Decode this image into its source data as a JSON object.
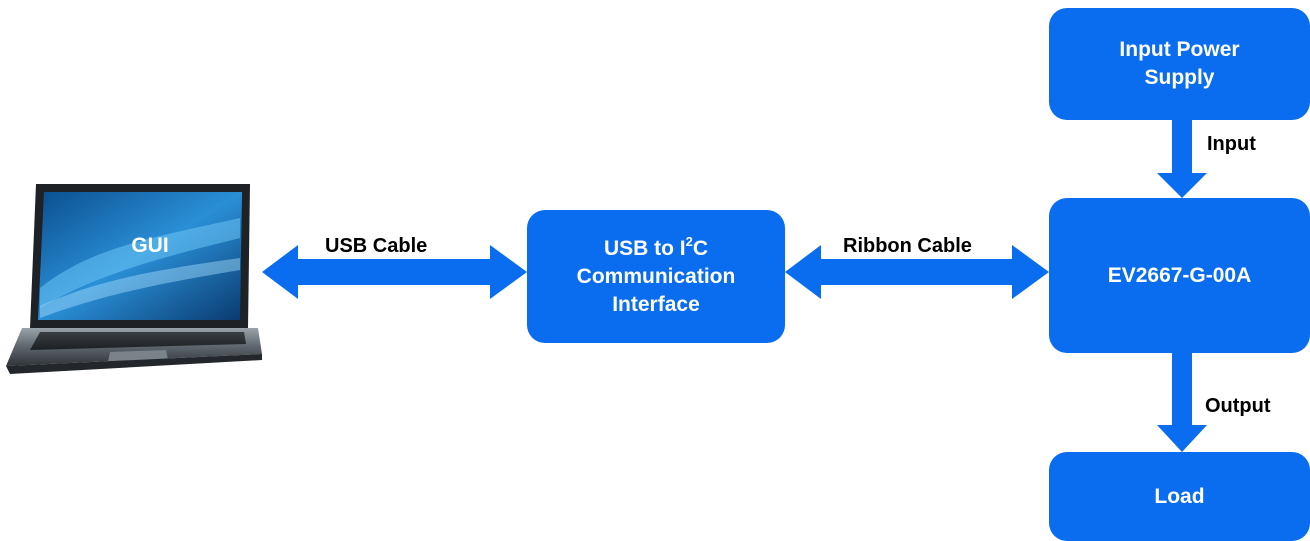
{
  "nodes": {
    "gui": {
      "label": "GUI"
    },
    "usb_i2c": {
      "line1_prefix": "USB to I",
      "line1_sup": "2",
      "line1_suffix": "C",
      "line2": "Communication",
      "line3": "Interface"
    },
    "evb": {
      "label": "EV2667-G-00A"
    },
    "power": {
      "line1": "Input Power",
      "line2": "Supply"
    },
    "load": {
      "label": "Load"
    }
  },
  "edges": {
    "usb_cable": "USB Cable",
    "ribbon_cable": "Ribbon Cable",
    "input": "Input",
    "output": "Output"
  },
  "colors": {
    "box": "#0a6df0",
    "arrow": "#0a6df0",
    "text_on_box": "#ffffff",
    "edge_text": "#000000"
  }
}
